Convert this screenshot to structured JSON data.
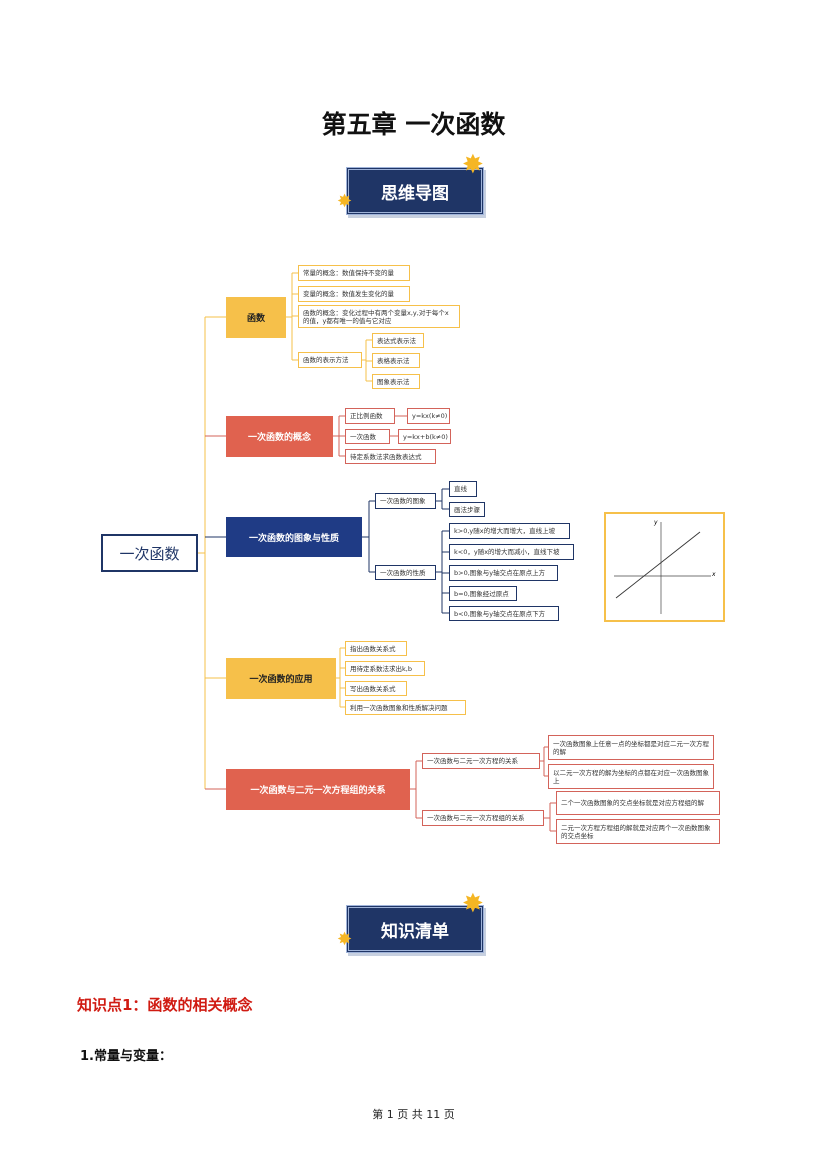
{
  "title": "第五章 一次函数",
  "banner_mindmap": "思维导图",
  "banner_knowledge": "知识清单",
  "mindmap": {
    "root": "一次函数",
    "b1": {
      "label": "函数",
      "items": [
        "常量的概念：数值保持不变的量",
        "变量的概念：数值发生变化的量",
        "函数的概念：变化过程中有两个变量x,y,对于每个x的值，y都有唯一的值与它对应",
        "函数的表示方法"
      ],
      "methods": [
        "表达式表示法",
        "表格表示法",
        "图象表示法"
      ]
    },
    "b2": {
      "label": "一次函数的概念",
      "items": [
        "正比例函数",
        "一次函数",
        "待定系数法求函数表达式"
      ],
      "forms": [
        "y=kx(k≠0)",
        "y=kx+b(k≠0)"
      ]
    },
    "b3": {
      "label": "一次函数的图象与性质",
      "items": [
        "一次函数的图象",
        "一次函数的性质"
      ],
      "graph": [
        "直线",
        "画法步骤"
      ],
      "props": [
        "k>0,y随x的增大而增大，直线上坡",
        "k<0，y随x的增大而减小，直线下坡",
        "b>0,图象与y轴交点在原点上方",
        "b=0,图象经过原点",
        "b<0,图象与y轴交点在原点下方"
      ],
      "axis_x": "x",
      "axis_y": "y"
    },
    "b4": {
      "label": "一次函数的应用",
      "items": [
        "指出函数关系式",
        "用待定系数法求出k,b",
        "写出函数关系式",
        "利用一次函数图象和性质解决问题"
      ]
    },
    "b5": {
      "label": "一次函数与二元一次方程组的关系",
      "items": [
        "一次函数与二元一次方程的关系",
        "一次函数与二元一次方程组的关系"
      ],
      "sub1": [
        "一次函数图象上任意一点的坐标都是对应二元一次方程的解",
        "以二元一次方程的解为坐标的点都在对应一次函数图象上"
      ],
      "sub2": [
        "二个一次函数图象的交点坐标就是对应方程组的解",
        "二元一次方程方程组的解就是对应两个一次函数图象的交点坐标"
      ]
    }
  },
  "section_heading": "知识点1：函数的相关概念",
  "sub_heading": "1.常量与变量：",
  "footer": "第 1 页 共 11 页"
}
